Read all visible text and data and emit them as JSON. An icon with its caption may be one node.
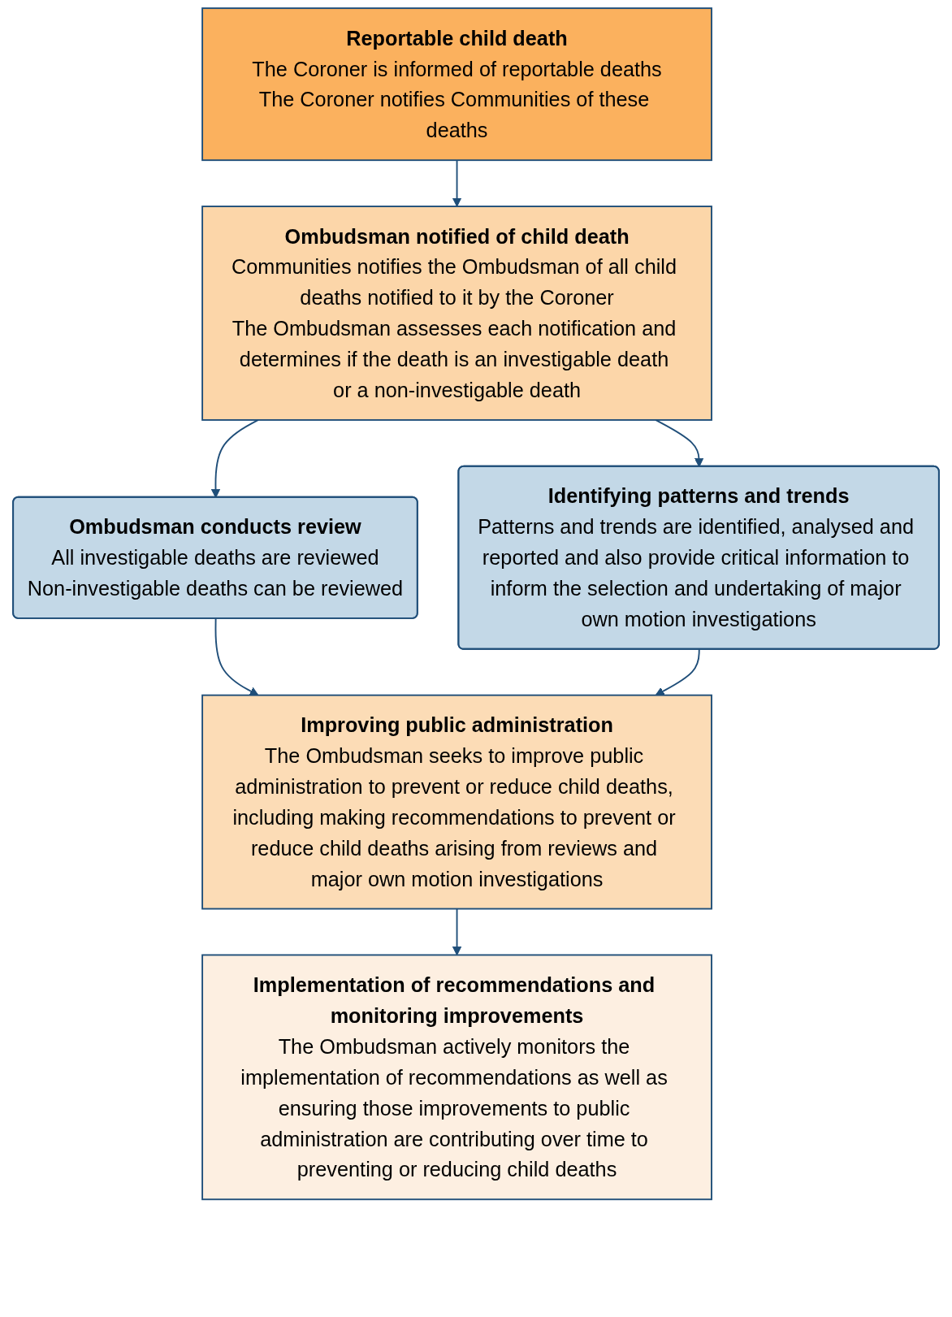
{
  "diagram": {
    "nodes": [
      {
        "text": [
          "Reportable child death",
          "The Coroner is informed of reportable deaths",
          "The Coroner notifies Communities of these deaths"
        ]
      },
      {
        "text": [
          "Ombudsman notified of child death",
          "Communities notifies the Ombudsman of all child deaths notified to it by the Coroner",
          "The Ombudsman assesses each notification and determines if the death is an investigable death or a non-investigable death"
        ]
      },
      {
        "text": [
          "Ombudsman conducts review",
          "All investigable deaths are reviewed",
          "Non-investigable deaths can be reviewed"
        ]
      },
      {
        "text": [
          "Identifying patterns and trends",
          "Patterns and trends are identified, analysed and reported and also provide critical information to inform the selection and undertaking of major own motion investigations"
        ]
      },
      {
        "text": [
          "Improving public administration",
          "The Ombudsman seeks to improve public administration to prevent or reduce child deaths, including making recommendations to prevent or reduce child deaths arising from reviews and major own motion investigations"
        ]
      },
      {
        "text": [
          "Implementation of recommendations and monitoring improvements",
          "The Ombudsman actively monitors the implementation of recommendations as well as ensuring those improvements to public administration are contributing over time to preventing or reducing child deaths"
        ]
      }
    ],
    "edges": [
      {
        "from": 0,
        "to": 1,
        "arrow": "to"
      },
      {
        "from": 1,
        "to": 2,
        "arrow": "to"
      },
      {
        "from": 1,
        "to": 3,
        "arrow": "to"
      },
      {
        "from": 2,
        "to": 4,
        "arrow": "to"
      },
      {
        "from": 3,
        "to": 4,
        "arrow": "to"
      },
      {
        "from": 4,
        "to": 5,
        "arrow": "to"
      }
    ]
  }
}
